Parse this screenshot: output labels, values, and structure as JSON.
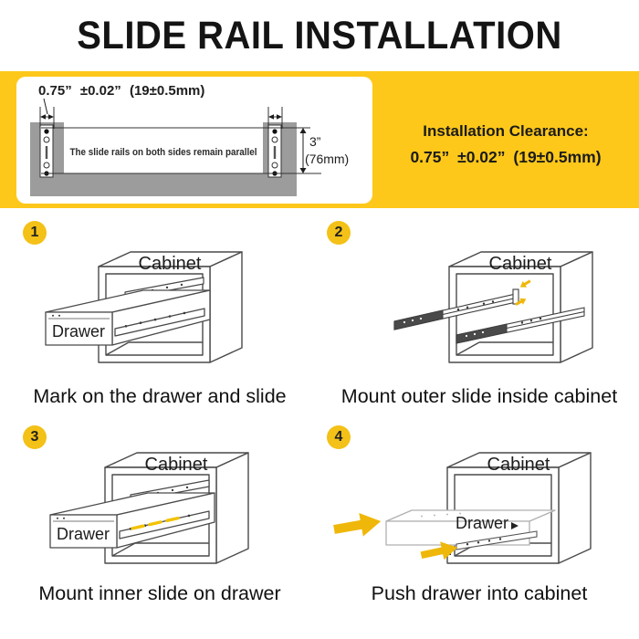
{
  "title": "SLIDE RAIL INSTALLATION",
  "clearance": {
    "heading": "Installation Clearance:",
    "value": "0.75”  ±0.02”  (19±0.5mm)"
  },
  "diagram": {
    "dim_label": "0.75”  ±0.02”  (19±0.5mm)",
    "note": "The slide rails on both sides remain parallel",
    "height_in": "3”",
    "height_mm": "(76mm)"
  },
  "steps": [
    {
      "number": "1",
      "caption": "Mark on the drawer and slide",
      "cabinet_label": "Cabinet",
      "drawer_label": "Drawer"
    },
    {
      "number": "2",
      "caption": "Mount outer slide inside cabinet",
      "cabinet_label": "Cabinet"
    },
    {
      "number": "3",
      "caption": "Mount inner slide on drawer",
      "cabinet_label": "Cabinet",
      "drawer_label": "Drawer"
    },
    {
      "number": "4",
      "caption": "Push drawer into cabinet",
      "cabinet_label": "Cabinet",
      "drawer_label": "Drawer"
    }
  ],
  "colors": {
    "band_yellow": "#FEC81A",
    "badge_yellow": "#F3C117",
    "arrow_yellow": "#EFB70A",
    "wall_gray": "#9C9C9C",
    "ink": "#1A1A1A"
  }
}
